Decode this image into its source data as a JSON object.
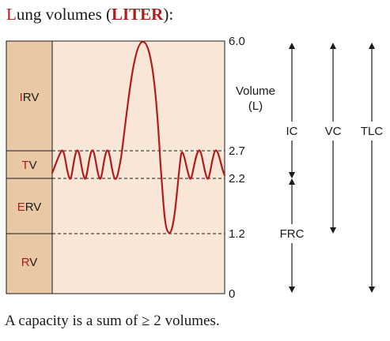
{
  "title": {
    "first_letter": "L",
    "rest": "ung volumes (",
    "unit_bold": "LITER",
    "close": "):"
  },
  "caption": "A capacity is a sum of ≥ 2 volumes.",
  "volumes": [
    {
      "first": "I",
      "rest": "RV"
    },
    {
      "first": "T",
      "rest": "V"
    },
    {
      "first": "E",
      "rest": "RV"
    },
    {
      "first": "R",
      "rest": "V"
    }
  ],
  "levels": [
    "6.0",
    "2.7",
    "2.2",
    "1.2",
    "0"
  ],
  "axis_label": {
    "line1": "Volume",
    "line2": "(L)"
  },
  "capacities": [
    "IC",
    "VC",
    "TLC",
    "FRC"
  ],
  "colors": {
    "panel": "#f8e6d6",
    "column": "#e9c8a6",
    "trace": "#b31b1b",
    "accent_letter": "#b31b1b"
  }
}
